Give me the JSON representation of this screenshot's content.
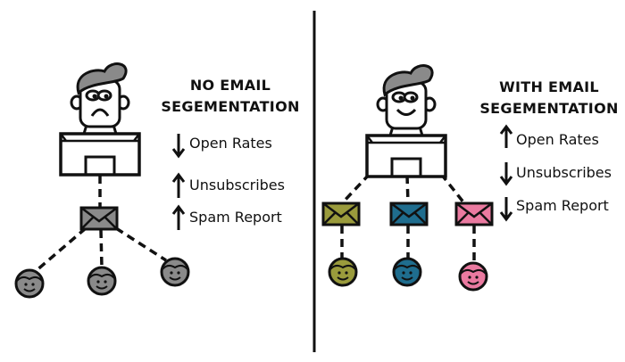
{
  "left_panel": {
    "title_line1": "NO EMAIL",
    "title_line2": "SEGEMENTATION",
    "mood": "sad",
    "metrics": [
      {
        "label": "Open Rates",
        "direction": "down"
      },
      {
        "label": "Unsubscribes",
        "direction": "up"
      },
      {
        "label": "Spam Report",
        "direction": "up"
      }
    ],
    "segment_colors": [
      "#8a8a8a",
      "#8a8a8a",
      "#8a8a8a"
    ]
  },
  "right_panel": {
    "title_line1": "WITH EMAIL",
    "title_line2": "SEGEMENTATION",
    "mood": "happy",
    "metrics": [
      {
        "label": "Open Rates",
        "direction": "up"
      },
      {
        "label": "Unsubscribes",
        "direction": "down"
      },
      {
        "label": "Spam Report",
        "direction": "down"
      }
    ],
    "segment_colors": [
      "#9a9b3c",
      "#1f6d8e",
      "#ea7aa0"
    ]
  },
  "colors": {
    "hat": "#8a8a8a",
    "ink": "#111111",
    "divider": "#111111"
  }
}
